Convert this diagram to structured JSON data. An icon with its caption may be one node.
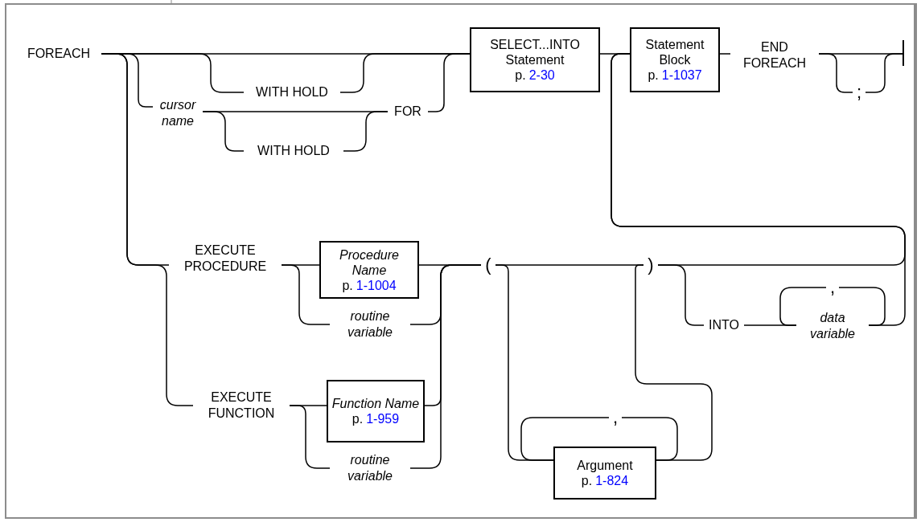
{
  "diagram": {
    "nodes": [
      {
        "text": [
          "FOREACH"
        ]
      },
      {
        "text": [
          "WITH HOLD"
        ]
      },
      {
        "text": [
          "cursor name"
        ]
      },
      {
        "text": [
          "WITH HOLD"
        ]
      },
      {
        "text": [
          "FOR"
        ]
      },
      {
        "text": [
          "SELECT...INTO Statement",
          "p.",
          "2-30"
        ]
      },
      {
        "text": [
          "Statement Block",
          "p.",
          "1-1037"
        ]
      },
      {
        "text": [
          "END FOREACH"
        ]
      },
      {
        "text": [
          ";"
        ]
      },
      {
        "text": [
          "EXECUTE PROCEDURE"
        ]
      },
      {
        "text": [
          "Procedure Name",
          "p.",
          "1-1004"
        ]
      },
      {
        "text": [
          "routine variable"
        ]
      },
      {
        "text": [
          "EXECUTE FUNCTION"
        ]
      },
      {
        "text": [
          "Function Name",
          "p.",
          "1-959"
        ]
      },
      {
        "text": [
          "routine variable"
        ]
      },
      {
        "text": [
          "("
        ]
      },
      {
        "text": [
          ")"
        ]
      },
      {
        "text": [
          ","
        ]
      },
      {
        "text": [
          "Argument",
          "p.",
          "1-824"
        ]
      },
      {
        "text": [
          "INTO"
        ]
      },
      {
        "text": [
          ","
        ]
      },
      {
        "text": [
          "data variable"
        ]
      },
      {
        "text": [],
        "shape": "bar"
      }
    ],
    "edges": [
      {
        "from": 0,
        "to": 5,
        "arrow": "none"
      },
      {
        "from": 0,
        "to": 1,
        "arrow": "none"
      },
      {
        "from": 1,
        "to": 5,
        "arrow": "none"
      },
      {
        "from": 0,
        "to": 2,
        "arrow": "none"
      },
      {
        "from": 2,
        "to": 4,
        "arrow": "none"
      },
      {
        "from": 2,
        "to": 3,
        "arrow": "none"
      },
      {
        "from": 3,
        "to": 4,
        "arrow": "none"
      },
      {
        "from": 4,
        "to": 5,
        "arrow": "none"
      },
      {
        "from": 5,
        "to": 6,
        "arrow": "none"
      },
      {
        "from": 6,
        "to": 7,
        "arrow": "none"
      },
      {
        "from": 7,
        "to": 22,
        "arrow": "none"
      },
      {
        "from": 7,
        "to": 8,
        "arrow": "none"
      },
      {
        "from": 8,
        "to": 22,
        "arrow": "none"
      },
      {
        "from": 16,
        "to": 19,
        "arrow": "none"
      },
      {
        "from": 19,
        "to": 21,
        "arrow": "none"
      },
      {
        "from": 21,
        "to": 20,
        "arrow": "none"
      },
      {
        "from": 20,
        "to": 21,
        "arrow": "none"
      },
      {
        "from": 21,
        "to": 6,
        "arrow": "none"
      },
      {
        "from": 16,
        "to": 6,
        "arrow": "none"
      },
      {
        "from": 0,
        "to": 9,
        "arrow": "none"
      },
      {
        "from": 0,
        "to": 12,
        "arrow": "none"
      },
      {
        "from": 9,
        "to": 10,
        "arrow": "none"
      },
      {
        "from": 9,
        "to": 11,
        "arrow": "none"
      },
      {
        "from": 10,
        "to": 15,
        "arrow": "none"
      },
      {
        "from": 11,
        "to": 15,
        "arrow": "none"
      },
      {
        "from": 12,
        "to": 13,
        "arrow": "none"
      },
      {
        "from": 12,
        "to": 14,
        "arrow": "none"
      },
      {
        "from": 13,
        "to": 15,
        "arrow": "none"
      },
      {
        "from": 14,
        "to": 15,
        "arrow": "none"
      },
      {
        "from": 15,
        "to": 16,
        "arrow": "none"
      },
      {
        "from": 15,
        "to": 18,
        "arrow": "none"
      },
      {
        "from": 18,
        "to": 16,
        "arrow": "none"
      },
      {
        "from": 18,
        "to": 17,
        "arrow": "none"
      },
      {
        "from": 17,
        "to": 18,
        "arrow": "none"
      }
    ]
  }
}
